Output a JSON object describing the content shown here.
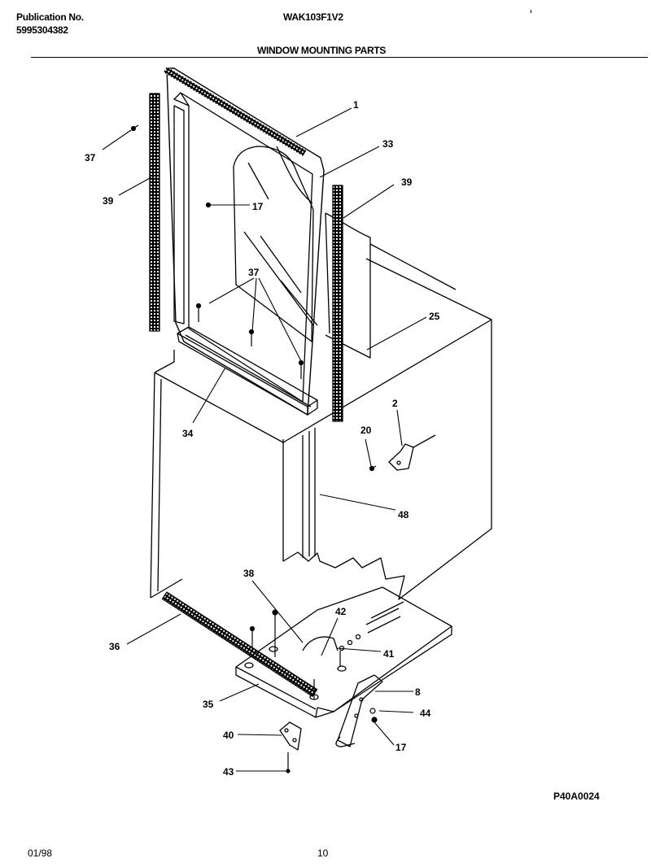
{
  "header": {
    "publication_label": "Publication No.",
    "publication_number": "5995304382",
    "model": "WAK103F1V2",
    "section_title": "WINDOW MOUNTING PARTS"
  },
  "diagram": {
    "callouts": {
      "c1": "1",
      "c33": "33",
      "c37a": "37",
      "c39a": "39",
      "c39b": "39",
      "c17a": "17",
      "c37b": "37",
      "c25": "25",
      "c34": "34",
      "c2": "2",
      "c20": "20",
      "c48": "48",
      "c38": "38",
      "c42": "42",
      "c41": "41",
      "c36": "36",
      "c35": "35",
      "c8": "8",
      "c44": "44",
      "c40": "40",
      "c17b": "17",
      "c43": "43"
    }
  },
  "footer": {
    "drawing_code": "P40A0024",
    "date": "01/98",
    "page_number": "10"
  }
}
